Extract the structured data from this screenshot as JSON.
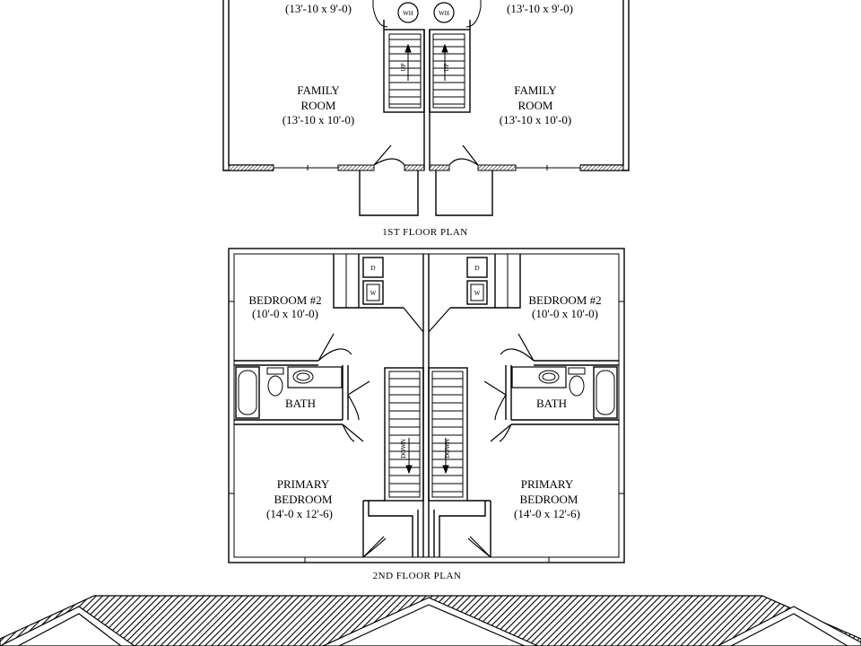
{
  "floor1": {
    "caption": "1ST FLOOR PLAN",
    "top_dims_left": "(13'-10 x 9'-0)",
    "top_dims_right": "(13'-10 x 9'-0)",
    "water_heater": "WH",
    "stair_up": "UP",
    "family_room": {
      "line1": "FAMILY",
      "line2": "ROOM",
      "dims": "(13'-10 x 10'-0)"
    }
  },
  "floor2": {
    "caption": "2ND FLOOR PLAN",
    "bedroom2": {
      "name": "BEDROOM #2",
      "dims": "(10'-0 x 10'-0)"
    },
    "bath": "BATH",
    "dryer": "D",
    "washer": "W",
    "stair_down": "DOWN",
    "primary_left": {
      "line1": "PRIMARY",
      "line2": "BEDROOM",
      "dims": "(14'-0 x 12'-6)"
    },
    "primary_right": {
      "line1": "PRIMARY",
      "line2": "BEDROOM",
      "dims": "(14'-0 x 12'-6)"
    }
  },
  "colors": {
    "line": "#000000",
    "background": "#ffffff"
  }
}
